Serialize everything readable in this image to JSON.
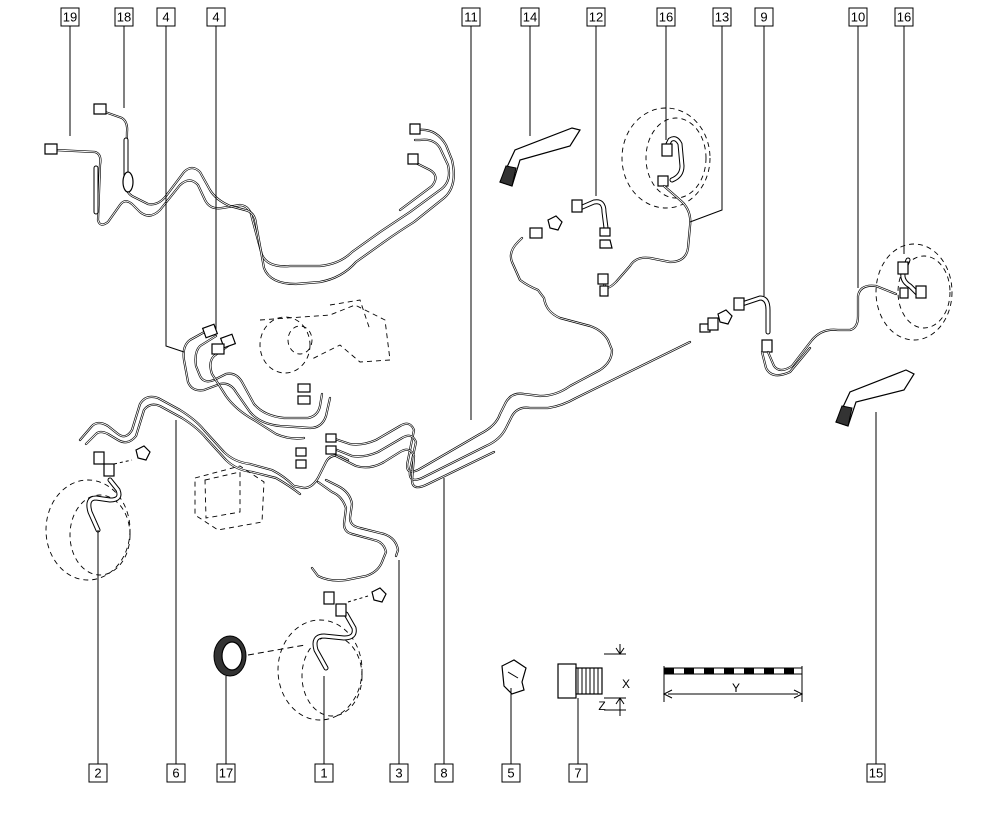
{
  "diagram": {
    "callouts": [
      "19",
      "18",
      "4",
      "4",
      "11",
      "14",
      "12",
      "16",
      "13",
      "9",
      "10",
      "16",
      "2",
      "6",
      "17",
      "1",
      "3",
      "8",
      "5",
      "7",
      "15"
    ],
    "dimension_labels": {
      "x": "X",
      "y": "Y",
      "z": "Z"
    }
  }
}
